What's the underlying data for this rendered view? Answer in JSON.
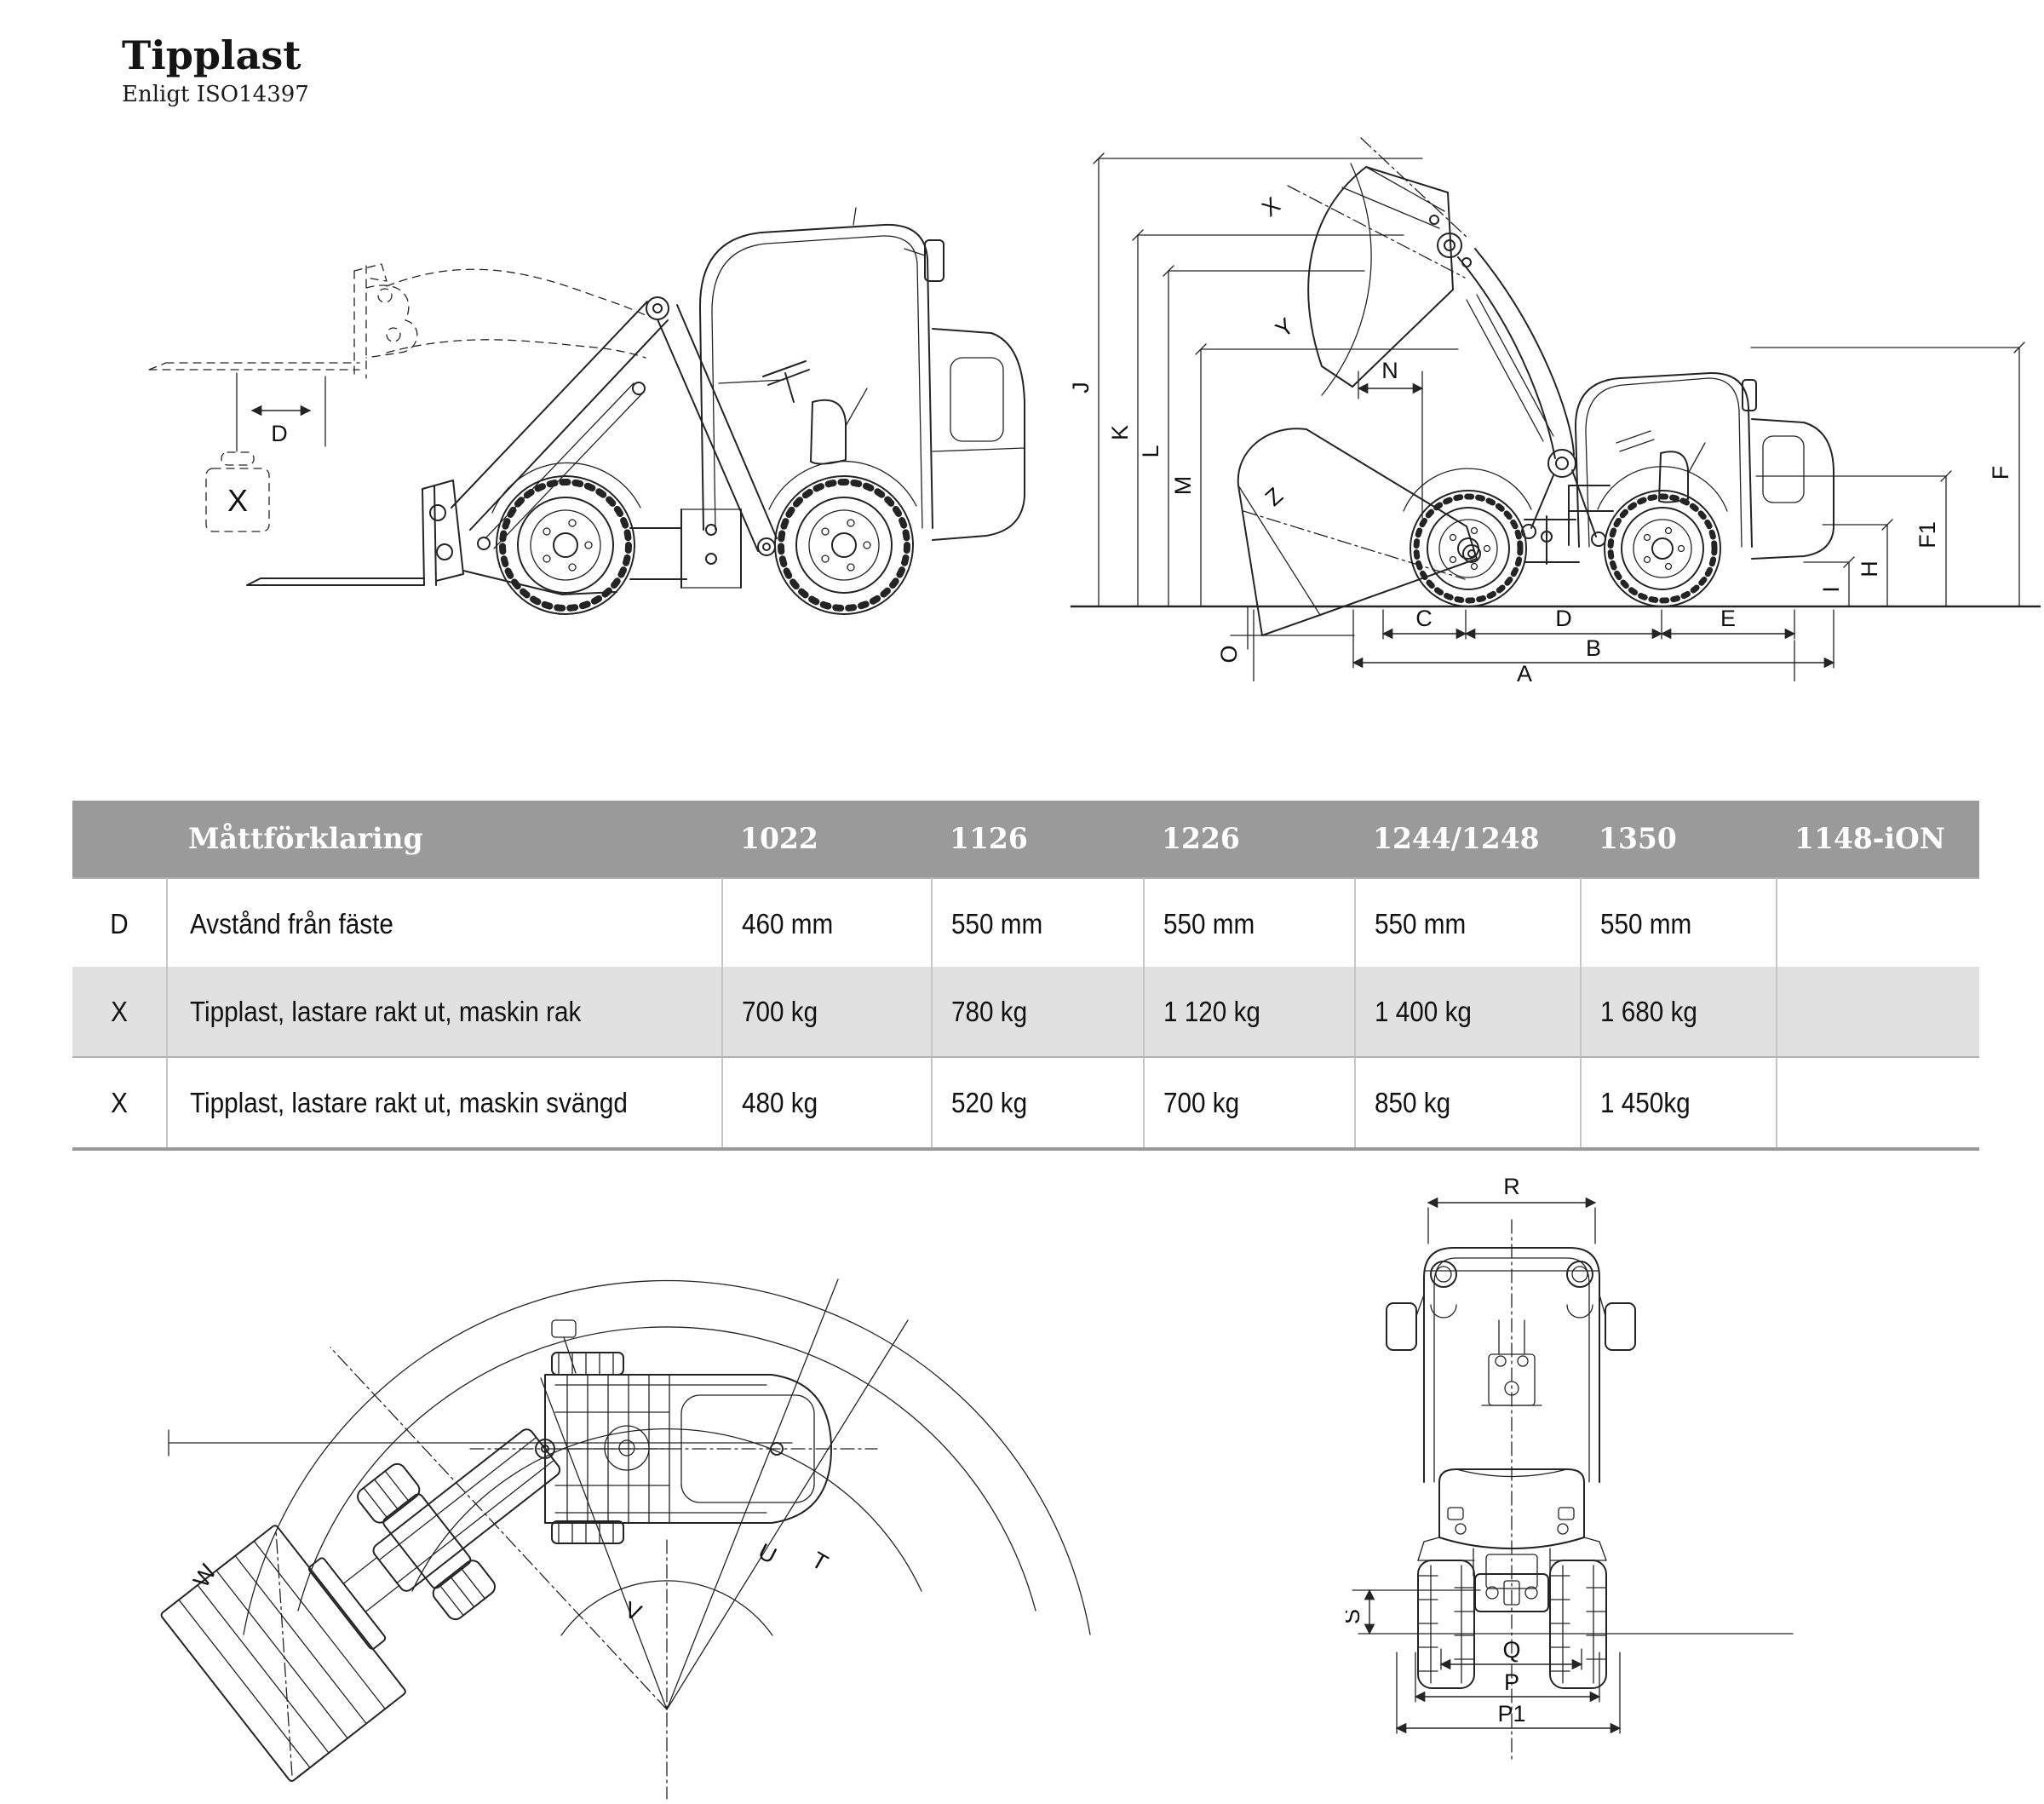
{
  "page": {
    "title": "Tipplast",
    "subtitle": "Enligt ISO14397"
  },
  "colors": {
    "table_header_bg": "#9a9a9a",
    "table_row_alt_bg": "#e1e1e1",
    "table_border": "#c6c6c6",
    "line_color": "#242424"
  },
  "table": {
    "columns": [
      "",
      "Måttförklaring",
      "1022",
      "1126",
      "1226",
      "1244/1248",
      "1350",
      "1148-iON"
    ],
    "rows": [
      {
        "cells": [
          "D",
          "Avstånd från fäste",
          "460 mm",
          "550 mm",
          "550 mm",
          "550 mm",
          "550 mm",
          ""
        ]
      },
      {
        "cells": [
          "X",
          "Tipplast, lastare rakt ut, maskin rak",
          "700 kg",
          "780 kg",
          "1 120 kg",
          "1 400 kg",
          "1 680 kg",
          ""
        ]
      },
      {
        "cells": [
          "X",
          "Tipplast, lastare rakt ut, maskin svängd",
          "480 kg",
          "520 kg",
          "700 kg",
          "850 kg",
          "1 450kg",
          ""
        ]
      }
    ]
  },
  "drawings": {
    "fork_side_view": {
      "labels": {
        "d": "D",
        "x": "X"
      }
    },
    "lift_side_view": {
      "labels": {
        "j": "J",
        "k": "K",
        "l": "L",
        "m": "M",
        "n": "N",
        "x": "X",
        "y": "Y",
        "z": "Z",
        "o": "O",
        "c": "C",
        "d": "D",
        "e": "E",
        "b": "B",
        "a": "A",
        "f": "F",
        "f1": "F1",
        "h": "H",
        "i": "I"
      }
    },
    "turning_top_view": {
      "labels": {
        "w": "W",
        "v": "V",
        "u": "U",
        "t": "T"
      }
    },
    "front_view": {
      "labels": {
        "r": "R",
        "s": "S",
        "q": "Q",
        "p": "P",
        "p1": "P1"
      }
    }
  }
}
